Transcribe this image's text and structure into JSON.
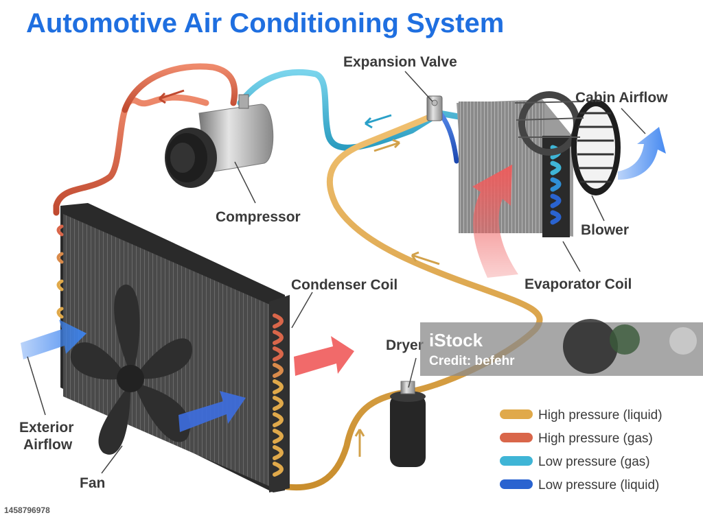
{
  "title": "Automotive Air Conditioning System",
  "labels": {
    "expansion_valve": "Expansion Valve",
    "cabin_airflow": "Cabin Airflow",
    "compressor": "Compressor",
    "blower": "Blower",
    "evaporator_coil": "Evaporator Coil",
    "condenser_coil": "Condenser Coil",
    "dryer": "Dryer",
    "exterior_airflow_1": "Exterior",
    "exterior_airflow_2": "Airflow",
    "fan": "Fan"
  },
  "legend": [
    {
      "label": "High pressure (liquid)",
      "color": "#e0a94a"
    },
    {
      "label": "High pressure (gas)",
      "color": "#d9664a"
    },
    {
      "label": "Low pressure (gas)",
      "color": "#3fb5d6"
    },
    {
      "label": "Low pressure (liquid)",
      "color": "#2a63d0"
    }
  ],
  "watermark": {
    "brand": "iStock",
    "credit": "Credit: befehr"
  },
  "image_id": "1458796978",
  "colors": {
    "title": "#1f6fe0",
    "hp_liquid": "#e0a94a",
    "hp_gas": "#d9664a",
    "lp_gas": "#3fb5d6",
    "lp_liquid": "#2a63d0",
    "hot_air": "#f06a6a",
    "cold_air": "#3d84f0"
  }
}
